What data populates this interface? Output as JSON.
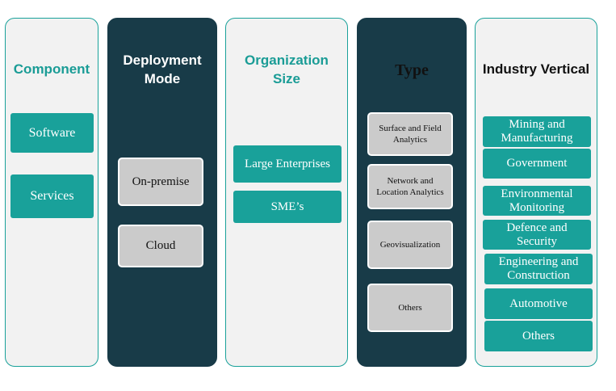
{
  "columns": [
    {
      "title": "Component",
      "items": [
        "Software",
        "Services"
      ]
    },
    {
      "title": "Deployment Mode",
      "items": [
        "On-premise",
        "Cloud"
      ]
    },
    {
      "title": "Organization Size",
      "items": [
        "Large Enterprises",
        "SME’s"
      ]
    },
    {
      "title": "Type",
      "items": [
        "Surface and Field Analytics",
        "Network and Location Analytics",
        "Geovisualization",
        "Others"
      ]
    },
    {
      "title": "Industry Vertical",
      "items": [
        "Mining and Manufacturing",
        "Government",
        "Environmental Monitoring",
        "Defence and Security",
        "Engineering and Construction",
        "Automotive",
        "Others"
      ]
    }
  ],
  "colors": {
    "teal": "#19a19a",
    "dark": "#183b48",
    "light": "#f2f2f2",
    "grey_box": "#cbcbcb"
  }
}
